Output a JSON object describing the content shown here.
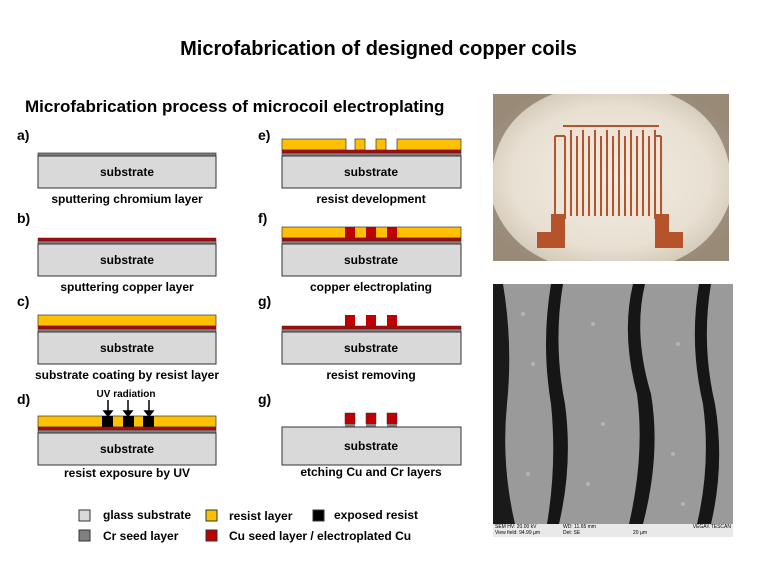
{
  "title": "Microfabrication  of designed copper coils",
  "subtitle": "Microfabrication  process of microcoil electroplating",
  "substrate_label": "substrate",
  "uv_label": "UV radiation",
  "steps": [
    {
      "letter": "a)",
      "caption": "sputtering chromium layer"
    },
    {
      "letter": "b)",
      "caption": "sputtering copper layer"
    },
    {
      "letter": "c)",
      "caption": "substrate coating by resist layer"
    },
    {
      "letter": "d)",
      "caption": "resist exposure  by UV"
    },
    {
      "letter": "e)",
      "caption": "resist development"
    },
    {
      "letter": "f)",
      "caption": "copper electroplating"
    },
    {
      "letter": "g)",
      "caption": "resist removing"
    },
    {
      "letter": "g)",
      "caption": "etching Cu and Cr layers"
    }
  ],
  "legend": [
    {
      "label": "glass substrate",
      "color": "#d9d9d9"
    },
    {
      "label": "resist layer",
      "color": "#ffc000"
    },
    {
      "label": "exposed resist",
      "color": "#000000"
    },
    {
      "label": "Cr seed layer",
      "color": "#808080"
    },
    {
      "label": "Cu seed layer / electroplated Cu",
      "color": "#c00000"
    }
  ],
  "sem_info": {
    "line1_left": "SEM HV: 20.00 kV",
    "line1_mid": "WD: 11.65 mm",
    "line1_right": "VEGA\\\\ TESCAN",
    "line2_left": "View field: 94.99 µm",
    "line2_mid": "Det: SE",
    "line2_scale": "20 µm"
  },
  "colors": {
    "substrate": "#d9d9d9",
    "resist": "#ffc000",
    "copper": "#c00000",
    "chromium": "#808080"
  }
}
